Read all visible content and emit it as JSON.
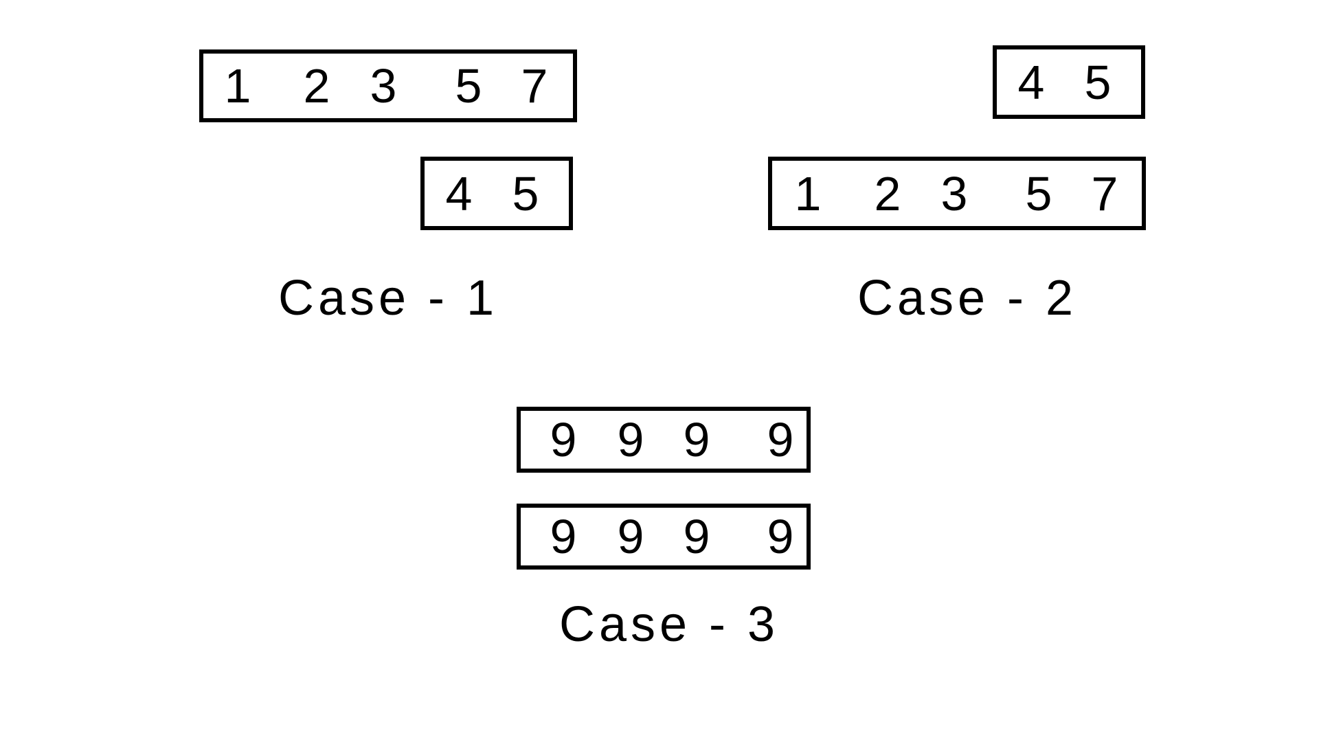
{
  "cases": [
    {
      "label": "Case - 1",
      "arrays": [
        {
          "role": "longer",
          "digits": [
            "1",
            "2",
            "3",
            "5",
            "7"
          ]
        },
        {
          "role": "shorter",
          "digits": [
            "4",
            "5"
          ]
        }
      ]
    },
    {
      "label": "Case - 2",
      "arrays": [
        {
          "role": "shorter",
          "digits": [
            "4",
            "5"
          ]
        },
        {
          "role": "longer",
          "digits": [
            "1",
            "2",
            "3",
            "5",
            "7"
          ]
        }
      ]
    },
    {
      "label": "Case - 3",
      "arrays": [
        {
          "role": "equal",
          "digits": [
            "9",
            "9",
            "9",
            "9"
          ]
        },
        {
          "role": "equal",
          "digits": [
            "9",
            "9",
            "9",
            "9"
          ]
        }
      ]
    }
  ]
}
